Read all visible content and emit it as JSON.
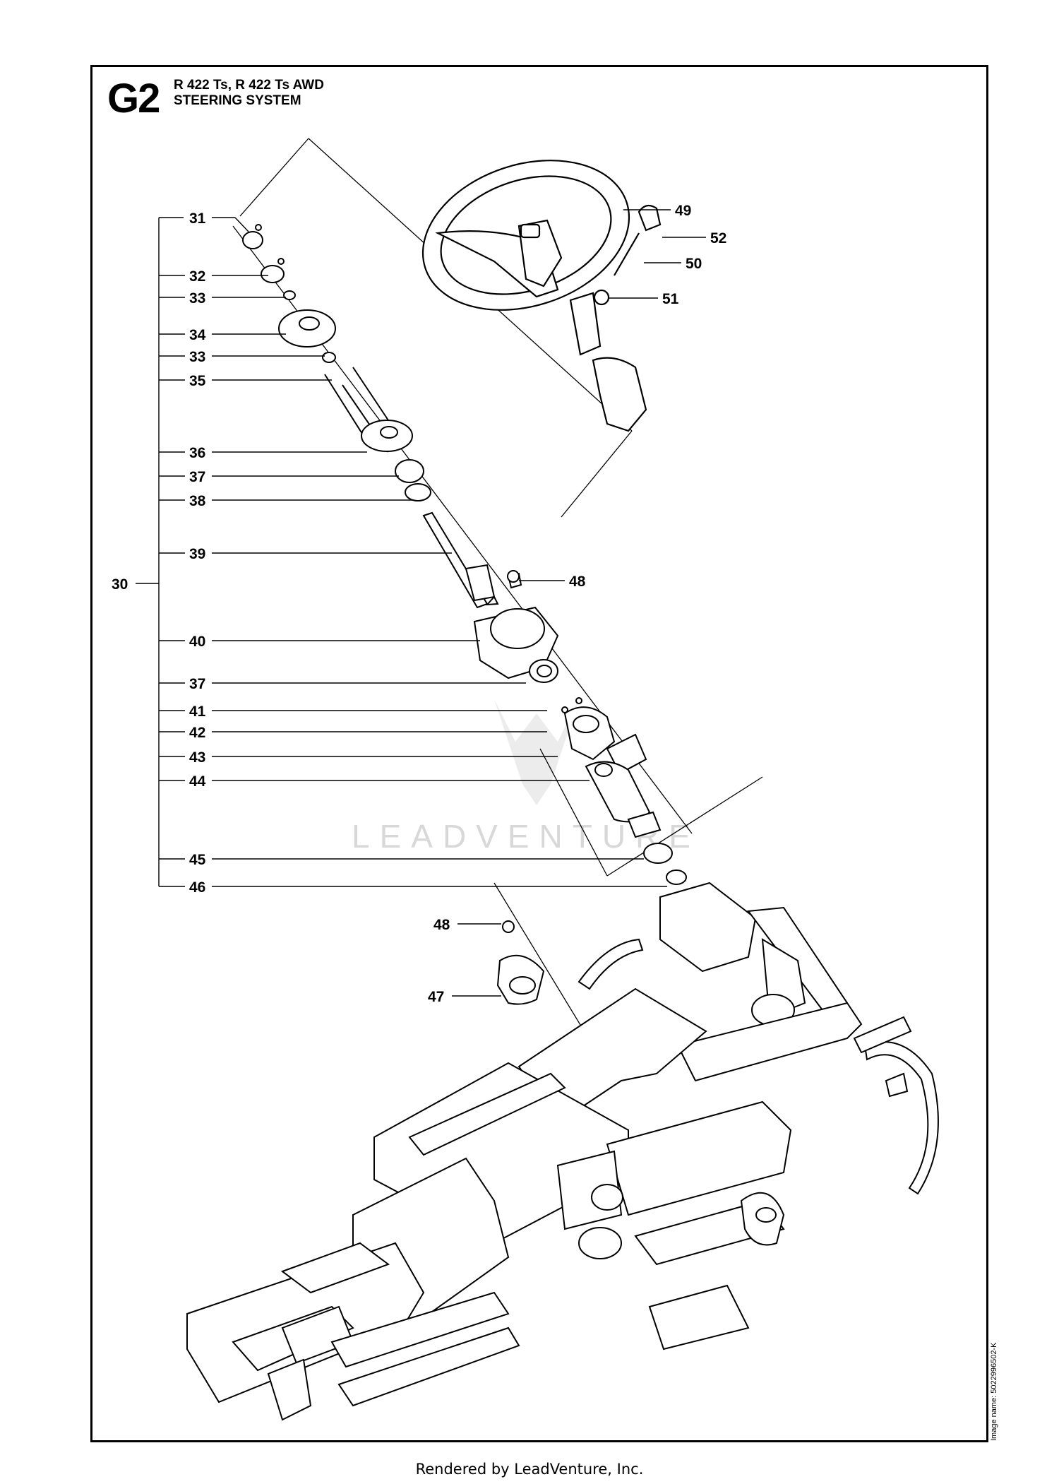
{
  "header": {
    "section_code": "G2",
    "models": "R 422 Ts, R 422 Ts AWD",
    "system": "STEERING SYSTEM"
  },
  "callouts": {
    "assembly": "30",
    "left_group": [
      "31",
      "32",
      "33",
      "34",
      "33",
      "35",
      "36",
      "37",
      "38",
      "39",
      "40",
      "37",
      "41",
      "42",
      "43",
      "44",
      "45",
      "46"
    ],
    "wheel_group": [
      "49",
      "52",
      "50",
      "51"
    ],
    "mount": [
      "48",
      "48",
      "47"
    ]
  },
  "watermark": "LEADVENTURE",
  "image_name": "Image name: 5022996502-K",
  "footer": "Rendered by LeadVenture, Inc."
}
